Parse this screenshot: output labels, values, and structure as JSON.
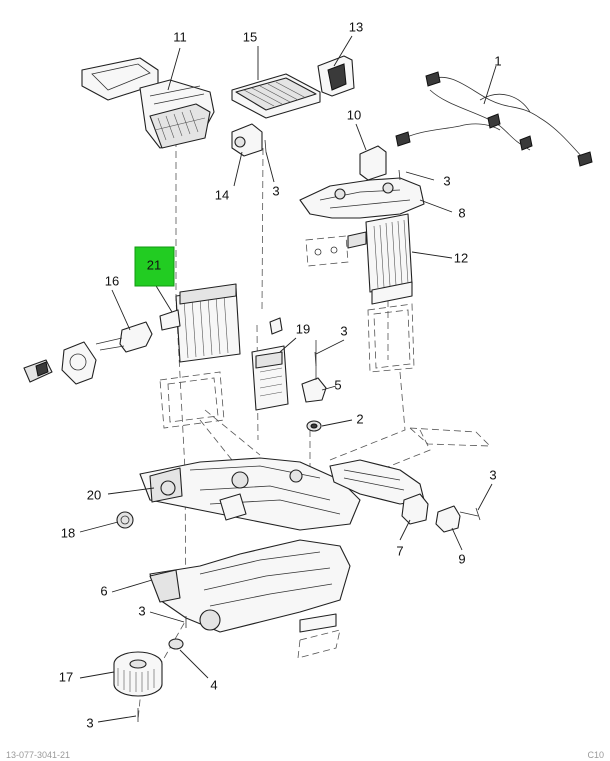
{
  "figure": {
    "highlight_color": "#22cc22",
    "highlight_label": "21",
    "footer_left": "13-077-3041-21",
    "footer_right": "C10"
  },
  "callouts": [
    "1",
    "2",
    "3",
    "3",
    "3",
    "3",
    "3",
    "3",
    "4",
    "5",
    "6",
    "7",
    "8",
    "9",
    "10",
    "11",
    "12",
    "13",
    "14",
    "15",
    "16",
    "17",
    "18",
    "19",
    "20"
  ],
  "parts": {
    "cabin_filter": "filter-panel",
    "wiring_harness": "harness",
    "evaporator": "core",
    "heater_core": "core",
    "blower_motor": "motor",
    "case_upper": "housing",
    "case_lower": "housing"
  }
}
